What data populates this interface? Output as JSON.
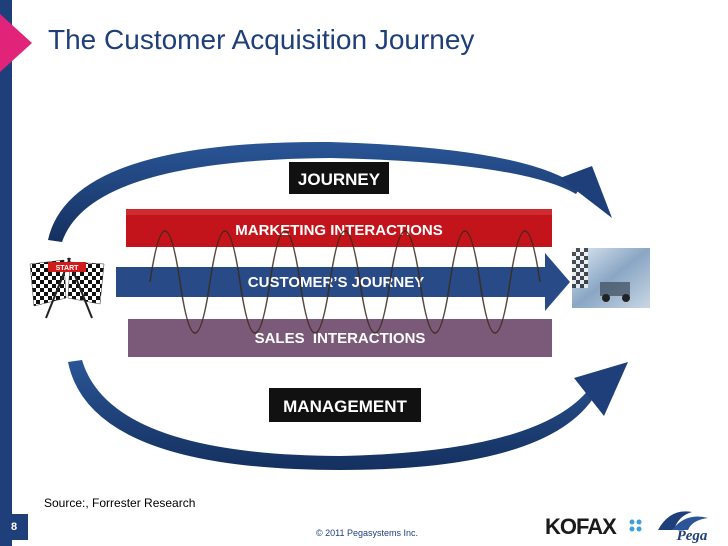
{
  "slide": {
    "title": "The Customer Acquisition Journey",
    "source": "Source:, Forrester Research",
    "page_number": "8",
    "copyright": "© 2011 Pegasystems Inc."
  },
  "diagram": {
    "top_label": "JOURNEY",
    "bottom_label": "MANAGEMENT",
    "bands": [
      {
        "label": "MARKETING INTERACTIONS",
        "color": "#c4141b"
      },
      {
        "label": "CUSTOMER’S JOURNEY",
        "color": "#284a86"
      },
      {
        "label": "SALES  INTERACTIONS",
        "color": "#7a5a78"
      }
    ],
    "start_flag_text": "START"
  },
  "logos": {
    "kofax": "KOFAX",
    "pega": "Pega"
  },
  "colors": {
    "navy": "#1f3f7a",
    "red": "#c4141b",
    "purple": "#7a5a78",
    "pink": "#e2237a"
  }
}
